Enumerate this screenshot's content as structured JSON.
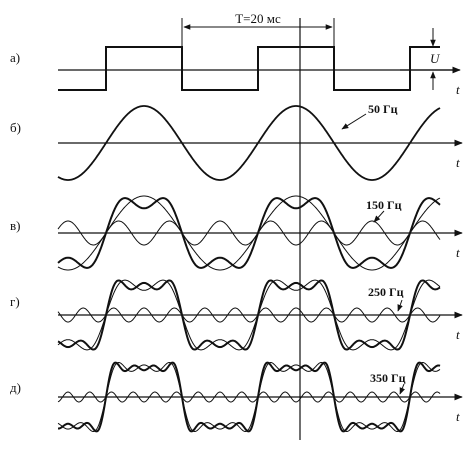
{
  "figure": {
    "period_label": "T=20 мс",
    "amplitude_label": "U",
    "time_axis_label": "t",
    "panels": [
      {
        "id": "a",
        "label": "а)"
      },
      {
        "id": "b",
        "label": "б)",
        "freq_label": "50 Гц"
      },
      {
        "id": "v",
        "label": "в)",
        "freq_label": "150 Гц"
      },
      {
        "id": "g",
        "label": "г)",
        "freq_label": "250 Гц"
      },
      {
        "id": "d",
        "label": "д)",
        "freq_label": "350 Гц"
      }
    ]
  },
  "colors": {
    "ink": "#111111",
    "background": "#ffffff"
  }
}
